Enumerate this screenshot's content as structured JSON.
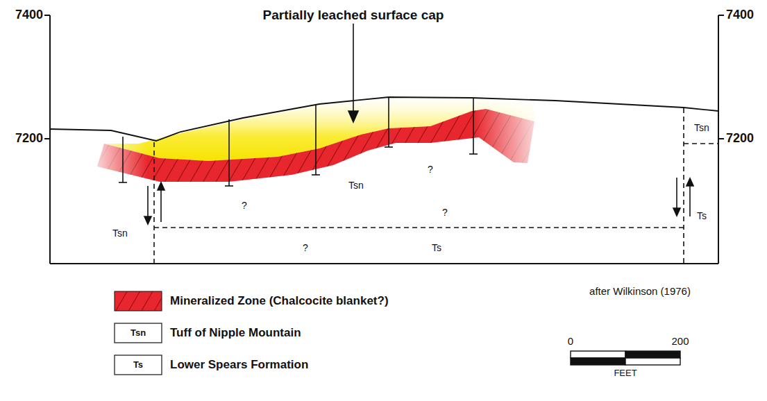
{
  "diagram": {
    "labels": [
      "7400",
      "7400",
      "7200",
      "7200",
      "Partially leached surface cap",
      "Tsn",
      "Tsn",
      "Tsn",
      "?",
      "?",
      "?",
      "?",
      "Ts",
      "Ts",
      "after Wilkinson (1976)",
      "Tsn",
      "Ts",
      "0",
      "200",
      "FEET"
    ],
    "legend": [
      {
        "text": "Mineralized Zone (Chalcocite blanket?)",
        "color": "#e8262d"
      },
      {
        "text": "Tuff of Nipple Mountain"
      },
      {
        "text": "Lower Spears Formation"
      }
    ]
  }
}
